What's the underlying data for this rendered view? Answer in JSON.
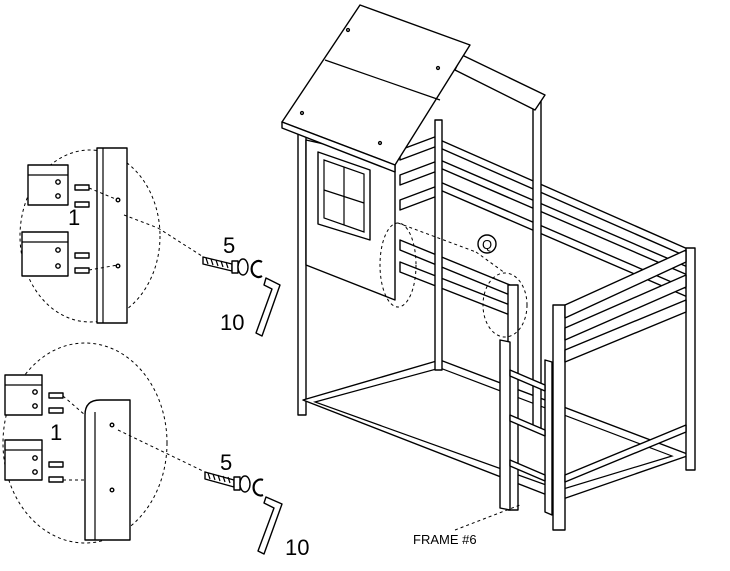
{
  "labels": {
    "bolt_qty_top": "5",
    "key_qty_top": "10",
    "dowel_top": "1",
    "bolt_qty_bottom": "5",
    "key_qty_bottom": "10",
    "dowel_bottom": "1",
    "frame_label": "FRAME #6",
    "callout_letter": "Q"
  }
}
